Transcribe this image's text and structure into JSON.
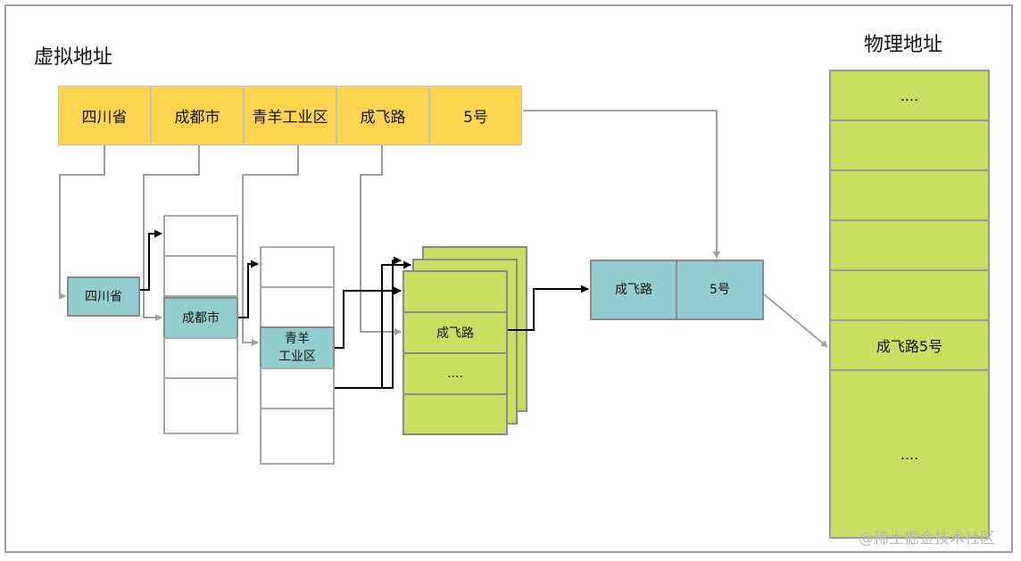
{
  "virtual": {
    "title": "虚拟地址",
    "segments": [
      "四川省",
      "成都市",
      "青羊工业区",
      "成飞路",
      "5号"
    ]
  },
  "physical": {
    "title": "物理地址",
    "top_ellipsis": "....",
    "target": "成飞路5号",
    "bottom_ellipsis": "...."
  },
  "tables": {
    "level1_entry": "四川省",
    "level2_entry": "成都市",
    "level3_entry": "青羊工业区",
    "level3_entry_lines": [
      "青羊",
      "工业区"
    ],
    "level4_entry": "成飞路",
    "level4_ellipsis": "....",
    "final_pair": [
      "成飞路",
      "5号"
    ]
  },
  "watermark": "@稀土掘金技术社区",
  "colors": {
    "address_bar": "#ffd44f",
    "table_entry": "#92cdd0",
    "page": "#c9df62",
    "connector": "#a0a0a0",
    "pointer": "#000000"
  }
}
